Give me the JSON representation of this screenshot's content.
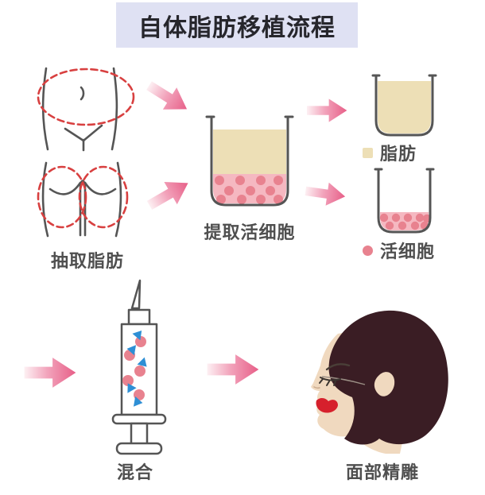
{
  "title": "自体脂肪移植流程",
  "steps": {
    "extract": {
      "label": "抽取脂肪"
    },
    "isolate": {
      "label": "提取活细胞"
    },
    "mix": {
      "label": "混合"
    },
    "sculpt": {
      "label": "面部精雕"
    }
  },
  "legend": {
    "fat": {
      "label": "脂肪"
    },
    "cells": {
      "label": "活细胞"
    }
  },
  "icons": {
    "flow_arrow": "pink gradient right-arrow",
    "fat_swatch": "tan square",
    "cells_marker": "pink dot"
  },
  "colors": {
    "title_bg": "#dfe1f3",
    "title_text": "#26262c",
    "label_text": "#4f4f4f",
    "line_gray": "#555555",
    "dashed_red": "#d84040",
    "arrow_light": "#fdf0f3",
    "arrow_mid": "#f2a3bb",
    "arrow_dark": "#e75f88",
    "fat_fill": "#eddfb6",
    "cell_fill": "#f5b8c1",
    "cell_dot": "#e8828f",
    "triangle_blue": "#2e8fd5",
    "hair": "#3a1d24",
    "skin": "#f0d9bf",
    "lips": "#d6202c"
  }
}
